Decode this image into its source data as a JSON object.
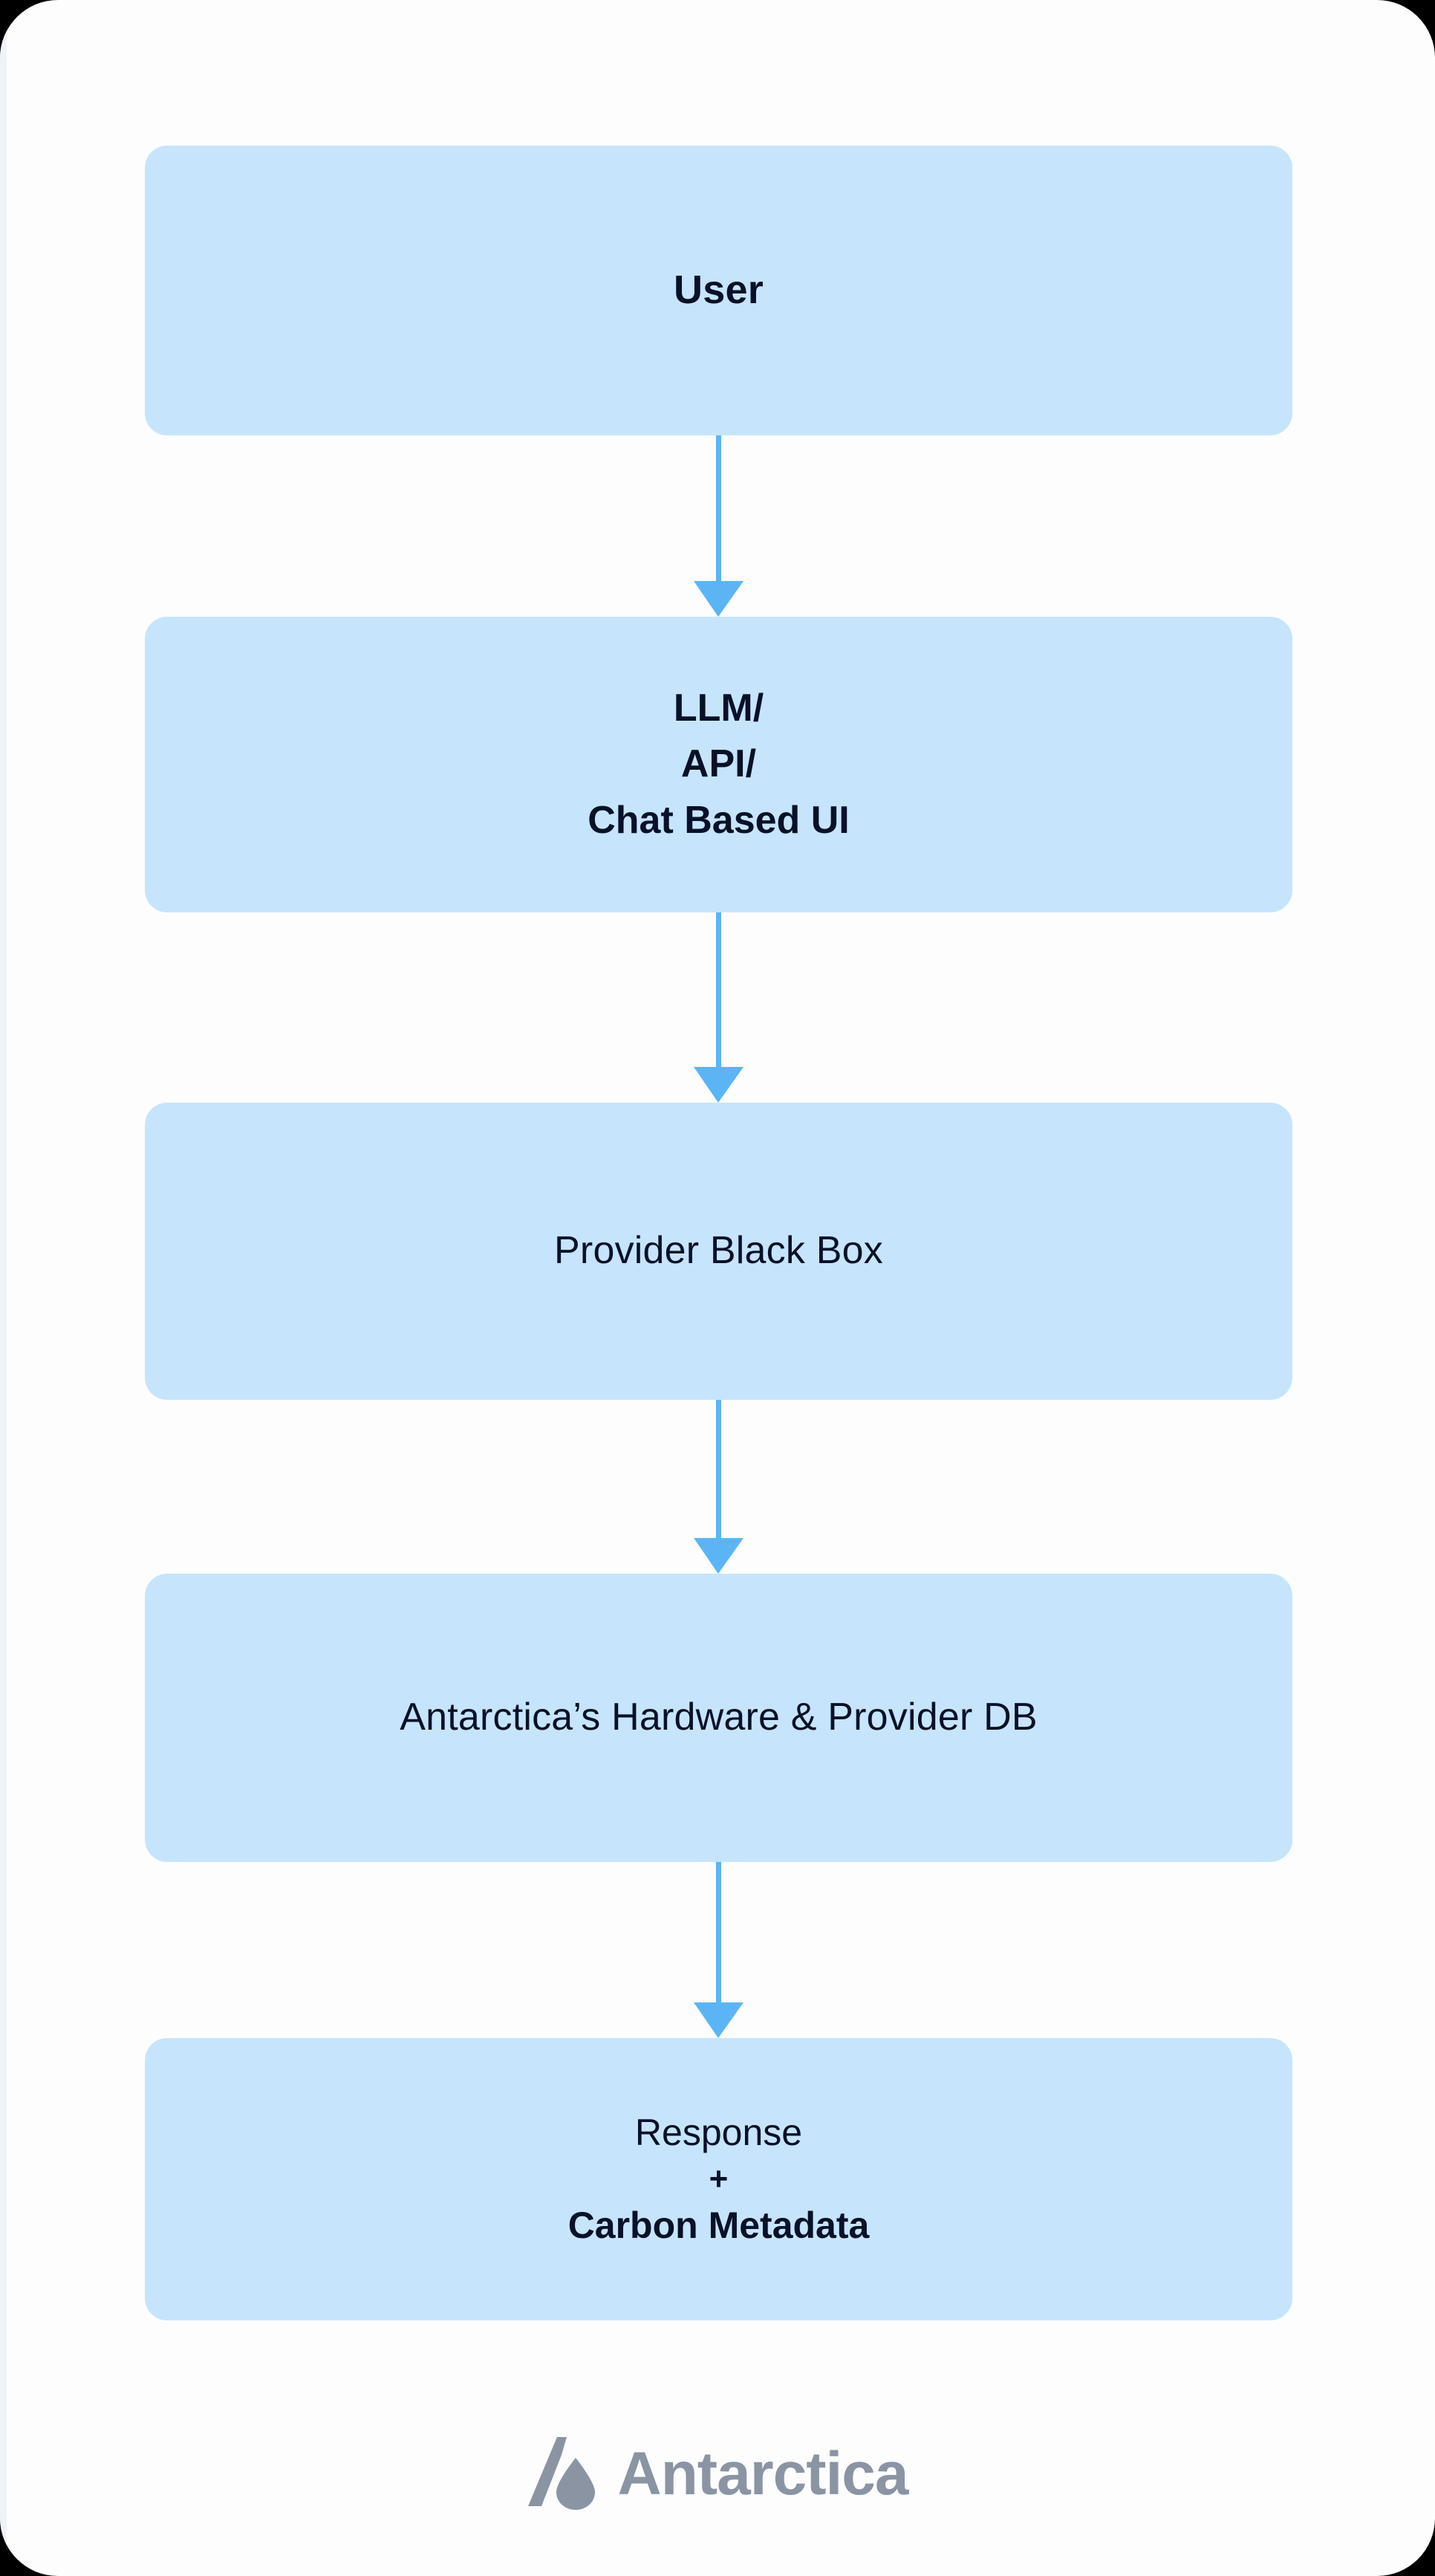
{
  "theme": {
    "page_background": "#000000",
    "card_background": "#FDFDFE",
    "node_fill": "#C6E5FC",
    "node_text": "#081127",
    "arrow_color": "#5BB5F5",
    "logo_color": "#8A94A3",
    "edge_strip": "#EFF2F6"
  },
  "diagram": {
    "type": "flowchart",
    "orientation": "vertical-top-to-bottom",
    "nodes": [
      {
        "id": "user",
        "lines": [
          "User"
        ]
      },
      {
        "id": "llm",
        "lines": [
          "LLM/",
          "API/",
          "Chat Based UI"
        ]
      },
      {
        "id": "provider",
        "lines": [
          "Provider Black Box"
        ]
      },
      {
        "id": "db",
        "lines": [
          "Antarctica’s Hardware & Provider DB"
        ]
      },
      {
        "id": "response",
        "lines": [
          "Response",
          "+",
          "Carbon Metadata"
        ]
      }
    ],
    "edges": [
      {
        "id": "edge-1",
        "from": "user",
        "to": "llm",
        "style": "solid-arrow-down"
      },
      {
        "id": "edge-2",
        "from": "llm",
        "to": "provider",
        "style": "solid-arrow-down"
      },
      {
        "id": "edge-3",
        "from": "provider",
        "to": "db",
        "style": "solid-arrow-down"
      },
      {
        "id": "edge-4",
        "from": "db",
        "to": "response",
        "style": "solid-arrow-down"
      }
    ]
  },
  "footer": {
    "brand_name": "Antarctica",
    "logo_icon": "antarctica-droplet-logo"
  }
}
